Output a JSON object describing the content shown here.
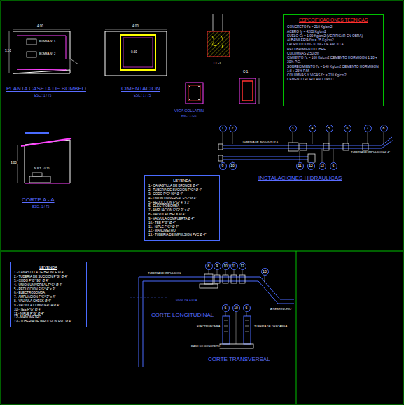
{
  "diagram": {
    "nodes": [
      {
        "text": [
          "ESPECIFICACIONES TECNICAS",
          "CONCRETO f'c = 210 Kg/cm2",
          "ACERO fy = 4200 Kg/cm2",
          "SUELO Gt = 1.00 Kg/cm2 (VERIFICAR EN OBRA)",
          "ALBAÑILERIA f'm = 35 Kg/cm2",
          "LADRILLO KING KONG DE ARCILLA",
          "RECUBRIMIENTO LIBRE",
          "COLUMNAS 2.50 cm",
          "CIMIENTO f'c = 100 Kg/cm2 CEMENTO HORMIGON 1:10 + 30% P.G.",
          "SOBRECIMIENTO f'c = 140 Kg/cm2 CEMENTO HORMIGON 1:8 + 25% P.M.",
          "COLUMNAS Y VIGAS f'c = 210 Kg/cm2",
          "CEMENTO PORTLAND TIPO I"
        ]
      },
      {
        "text": [
          "LEYENDA",
          "1.- CANASTILLA DE BRONCE Ø 4\"",
          "2.- TUBERIA DE SUCCION F°G° Ø 4\"",
          "3.- CODO F°G° 90° Ø 4\"",
          "4.- UNION UNIVERSAL F°G° Ø 4\"",
          "5.- REDUCCION F°G° 4\" x 3\"",
          "6.- ELECTROBOMBA",
          "7.- AMPLIACION F°G° 3\" x 4\"",
          "8.- VALVULA CHECK Ø 4\"",
          "9.- VALVULA COMPUERTA Ø 4\"",
          "10.- TEE F°G° Ø 4\"",
          "11.- NIPLE F°G° Ø 4\"",
          "12.- MANOMETRO",
          "13.- TUBERIA DE IMPULSION PVC Ø 4\""
        ]
      },
      {
        "text": [
          "LEYENDA",
          "1.- CANASTILLA DE BRONCE Ø 4\"",
          "2.- TUBERIA DE SUCCION F°G° Ø 4\"",
          "3.- CODO F°G° 90° Ø 4\"",
          "4.- UNION UNIVERSAL F°G° Ø 4\"",
          "5.- REDUCCION F°G° 4\" x 3\"",
          "6.- ELECTROBOMBA",
          "7.- AMPLIACION F°G° 3\" x 4\"",
          "8.- VALVULA CHECK Ø 4\"",
          "9.- VALVULA COMPUERTA Ø 4\"",
          "10.- TEE F°G° Ø 4\"",
          "11.- NIPLE F°G° Ø 4\"",
          "12.- MANOMETRO",
          "13.- TUBERIA DE IMPULSION PVC Ø 4\""
        ]
      },
      {
        "text": [
          "1"
        ]
      },
      {
        "text": [
          "2"
        ]
      },
      {
        "text": [
          "3"
        ]
      },
      {
        "text": [
          "4"
        ]
      },
      {
        "text": [
          "5"
        ]
      },
      {
        "text": [
          "6"
        ]
      },
      {
        "text": [
          "7"
        ]
      },
      {
        "text": [
          "8"
        ]
      },
      {
        "text": [
          "9"
        ]
      },
      {
        "text": [
          "10"
        ]
      },
      {
        "text": [
          "11"
        ]
      },
      {
        "text": [
          "12"
        ]
      },
      {
        "text": [
          "13"
        ]
      },
      {
        "text": [
          "6"
        ]
      },
      {
        "text": [
          "8"
        ]
      },
      {
        "text": [
          "9"
        ]
      },
      {
        "text": [
          "10"
        ]
      },
      {
        "text": [
          "11"
        ]
      },
      {
        "text": [
          "12"
        ]
      },
      {
        "text": [
          "13"
        ]
      },
      {
        "text": [
          "6"
        ]
      },
      {
        "text": [
          "10"
        ]
      },
      {
        "text": [
          "6"
        ]
      }
    ],
    "labels": [
      "PLANTA CASETA DE BOMBEO",
      "ESC.: 1 / 75",
      "4.00",
      "3.50",
      "BOMBA N° 1",
      "BOMBA N° 2",
      "CIMENTACION",
      "ESC.: 1 / 75",
      "4.00",
      "0.60",
      "CC-1",
      "VIGA COLLARIN",
      "ESC.: 1 / 25",
      "C-1",
      "CORTE A - A",
      "ESC.: 1 / 75",
      "N.P.T. +0.15",
      "INSTALACIONES HIDRAULICAS",
      "TUBERIA DE SUCCION Ø 4\"",
      "TUBERIA DE IMPULSION Ø 4\"",
      "CORTE LONGITUDINAL",
      "CORTE TRANSVERSAL",
      "TUBERIA DE IMPULSION",
      "NIVEL DE AGUA",
      "BASE DE CONCRETO",
      "TUBERIA DE DESCARGA",
      "ELECTROBOMBA",
      "A RESERVORIO",
      "3.00"
    ]
  }
}
